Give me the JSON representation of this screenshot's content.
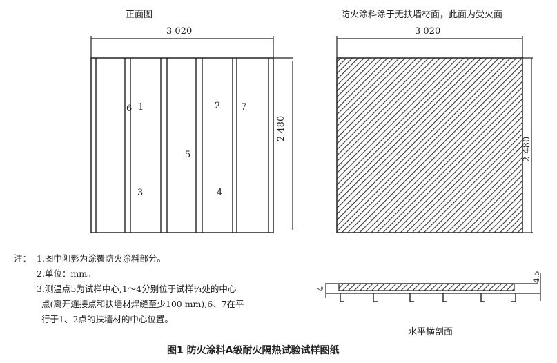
{
  "front_view": {
    "title": "正面图",
    "width_dim": "3 020",
    "height_dim": "2 480",
    "points": [
      "1",
      "2",
      "3",
      "4",
      "5",
      "6",
      "7"
    ]
  },
  "fire_side_view": {
    "title": "防火涂料涂于无扶墙材面，此面为受火面",
    "width_dim": "3 020",
    "height_dim": "2 480"
  },
  "section": {
    "title": "水平横剖面",
    "dim_left": "4",
    "dim_right": "4.5"
  },
  "notes": {
    "prefix": "注：",
    "items": [
      "1.图中阴影为涂覆防火涂料部分。",
      "2.单位：mm。",
      "3.测温点5为试样中心,1～4分别位于试样¼处的中心",
      "点(离开连接点和扶墙材焊缝至少100  mm),6、7在平",
      "行于1、2点的扶墙材的中心位置。"
    ]
  },
  "caption": "图1   防火涂料A级耐火隔热试验试样图纸",
  "colors": {
    "line": "#222222",
    "hatch": "#333333"
  }
}
